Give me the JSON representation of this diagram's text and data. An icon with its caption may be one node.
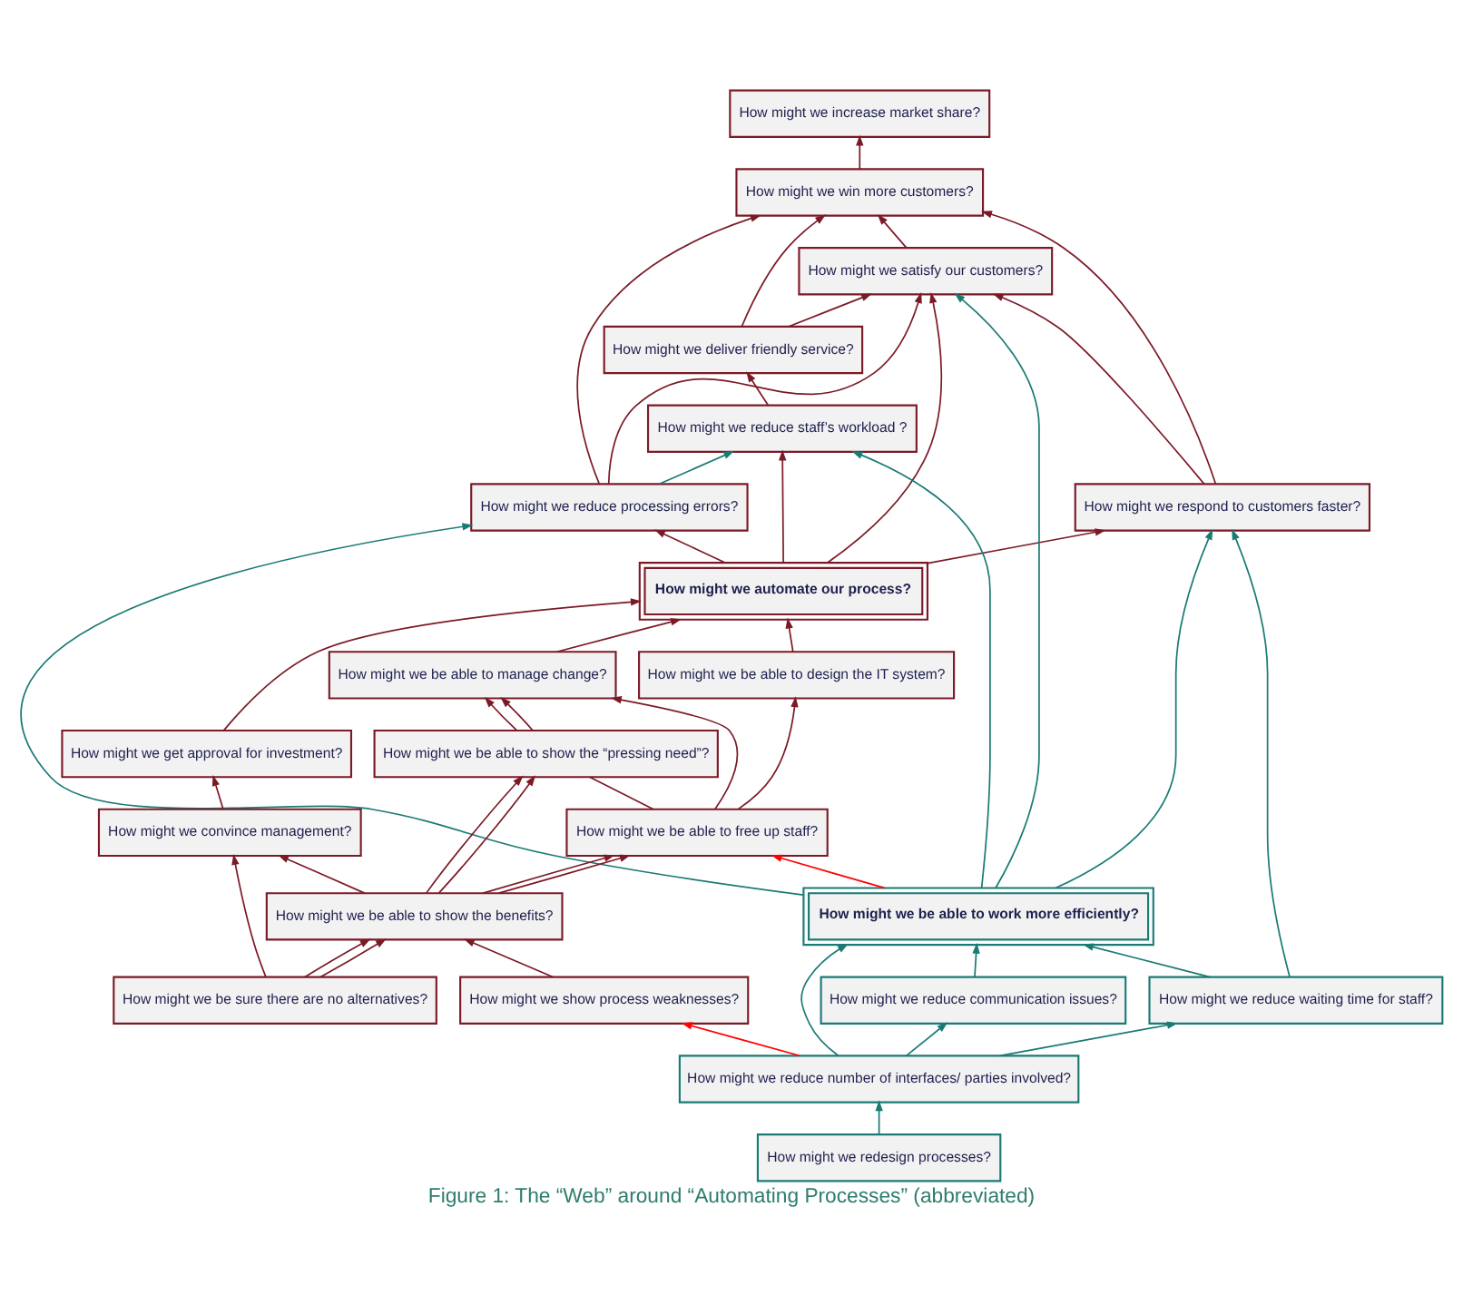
{
  "diagram": {
    "caption": "Figure 1: The “Web” around “Automating Processes” (abbreviated)",
    "nodes": [
      {
        "text": [
          "How might we increase market share?"
        ]
      },
      {
        "text": [
          "How might we win more customers?"
        ]
      },
      {
        "text": [
          "How might we deliver friendly service?"
        ]
      },
      {
        "text": [
          "How might we respond to customers faster?"
        ]
      },
      {
        "text": [
          "How might we satisfy our customers?"
        ]
      },
      {
        "text": [
          "How might we reduce processing errors?"
        ]
      },
      {
        "text": [
          "How might we reduce staff’s workload ?"
        ]
      },
      {
        "text": [
          "How might we automate our process?"
        ]
      },
      {
        "text": [
          "How might we be able to work more efficiently?"
        ]
      },
      {
        "text": [
          "How might we get approval for investment?"
        ]
      },
      {
        "text": [
          "How might we be able to design the IT system?"
        ]
      },
      {
        "text": [
          "How might we be able to manage change?"
        ]
      },
      {
        "text": [
          "How might we reduce waiting time for staff?"
        ]
      },
      {
        "text": [
          "How might we reduce communication issues?"
        ]
      },
      {
        "text": [
          "How might we convince management?"
        ]
      },
      {
        "text": [
          "How might we be able to free up staff?"
        ]
      },
      {
        "text": [
          "How might we be able to show the “pressing need”?"
        ]
      },
      {
        "text": [
          "How might we reduce number of interfaces/ parties involved?"
        ]
      },
      {
        "text": [
          "How might we be able to show the benefits?"
        ]
      },
      {
        "text": [
          "How might we redesign processes?"
        ]
      },
      {
        "text": [
          "How might we be sure there are no alternatives?"
        ]
      },
      {
        "text": [
          "How might we show process weaknesses?"
        ]
      }
    ],
    "edges": [
      {
        "from": 1,
        "to": 0,
        "arrow": "to"
      },
      {
        "from": 3,
        "to": 1,
        "arrow": "to"
      },
      {
        "from": 4,
        "to": 1,
        "arrow": "to"
      },
      {
        "from": 5,
        "to": 1,
        "arrow": "to"
      },
      {
        "from": 2,
        "to": 1,
        "arrow": "to"
      },
      {
        "from": 5,
        "to": 4,
        "arrow": "to"
      },
      {
        "from": 2,
        "to": 4,
        "arrow": "to"
      },
      {
        "from": 3,
        "to": 4,
        "arrow": "to"
      },
      {
        "from": 6,
        "to": 2,
        "arrow": "to"
      },
      {
        "from": 5,
        "to": 6,
        "arrow": "to",
        "color": "#1a7a74"
      },
      {
        "from": 7,
        "to": 3,
        "arrow": "to"
      },
      {
        "from": 7,
        "to": 4,
        "arrow": "to"
      },
      {
        "from": 7,
        "to": 5,
        "arrow": "to"
      },
      {
        "from": 7,
        "to": 6,
        "arrow": "to"
      },
      {
        "from": 8,
        "to": 3,
        "arrow": "to",
        "color": "#1a7a74"
      },
      {
        "from": 8,
        "to": 4,
        "arrow": "to",
        "color": "#1a7a74"
      },
      {
        "from": 8,
        "to": 5,
        "arrow": "to",
        "color": "#1a7a74"
      },
      {
        "from": 8,
        "to": 6,
        "arrow": "to",
        "color": "#1a7a74"
      },
      {
        "from": 8,
        "to": 15,
        "arrow": "to",
        "color": "#ff0000"
      },
      {
        "from": 12,
        "to": 3,
        "arrow": "to",
        "color": "#1a7a74"
      },
      {
        "from": 12,
        "to": 8,
        "arrow": "to",
        "color": "#1a7a74"
      },
      {
        "from": 13,
        "to": 8,
        "arrow": "to",
        "color": "#1a7a74"
      },
      {
        "from": 17,
        "to": 8,
        "arrow": "to",
        "color": "#1a7a74"
      },
      {
        "from": 17,
        "to": 12,
        "arrow": "to",
        "color": "#1a7a74"
      },
      {
        "from": 17,
        "to": 13,
        "arrow": "to",
        "color": "#1a7a74"
      },
      {
        "from": 19,
        "to": 17,
        "arrow": "to",
        "color": "#1a7a74"
      },
      {
        "from": 17,
        "to": 21,
        "arrow": "to",
        "color": "#ff0000"
      },
      {
        "from": 9,
        "to": 7,
        "arrow": "to"
      },
      {
        "from": 10,
        "to": 7,
        "arrow": "to"
      },
      {
        "from": 11,
        "to": 7,
        "arrow": "to"
      },
      {
        "from": 14,
        "to": 9,
        "arrow": "to"
      },
      {
        "from": 15,
        "to": 10,
        "arrow": "to"
      },
      {
        "from": 15,
        "to": 11,
        "arrow": "to"
      },
      {
        "from": 16,
        "to": 11,
        "arrow": "to"
      },
      {
        "from": 16,
        "to": 11,
        "arrow": "to"
      },
      {
        "from": 15,
        "to": 16,
        "arrow": "none"
      },
      {
        "from": 18,
        "to": 14,
        "arrow": "to"
      },
      {
        "from": 18,
        "to": 15,
        "arrow": "to"
      },
      {
        "from": 18,
        "to": 15,
        "arrow": "to"
      },
      {
        "from": 18,
        "to": 16,
        "arrow": "to"
      },
      {
        "from": 18,
        "to": 16,
        "arrow": "to"
      },
      {
        "from": 20,
        "to": 14,
        "arrow": "to"
      },
      {
        "from": 20,
        "to": 18,
        "arrow": "to"
      },
      {
        "from": 20,
        "to": 18,
        "arrow": "to"
      },
      {
        "from": 21,
        "to": 18,
        "arrow": "to"
      }
    ]
  }
}
